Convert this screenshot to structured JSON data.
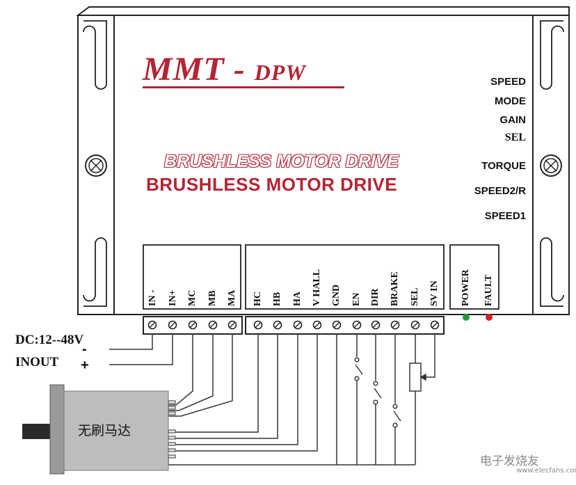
{
  "brand": {
    "main": "MMT",
    "separator": " - ",
    "model": "DPW"
  },
  "product_title_outline": "BRUSHLESS MOTOR DRIVE",
  "product_title": "BRUSHLESS MOTOR DRIVE",
  "switch_labels": [
    {
      "text": "SPEED"
    },
    {
      "text": "MODE"
    },
    {
      "text": "GAIN"
    },
    {
      "text": "SEL"
    },
    {
      "text": "TORQUE"
    },
    {
      "text": "SPEED2/R"
    },
    {
      "text": "SPEED1"
    }
  ],
  "terminals": {
    "power_group": [
      "IN -",
      "IN+",
      "MC",
      "MB",
      "MA"
    ],
    "signal_group": [
      "HC",
      "HB",
      "HA",
      "V HALL",
      "GND",
      "EN",
      "DIR",
      "BRAKE",
      "SEL",
      "SV IN"
    ],
    "indicators": [
      "POWER",
      "FAULT"
    ]
  },
  "supply": {
    "voltage": "DC:12--48V",
    "input": "INOUT",
    "minus": "-",
    "plus": "+"
  },
  "motor": {
    "label": "无刷马达"
  },
  "watermark": {
    "text": "电子发烧友",
    "url": "www.elecfans.com"
  },
  "colors": {
    "brand_red": "#b52434",
    "led_green": "#1f9a3a",
    "led_red": "#d21f1f",
    "motor_body": "#bdbdbd"
  },
  "icons": [
    "mounting-screw-icon",
    "terminal-screw-icon",
    "potentiometer-icon",
    "switch-icon",
    "led-icon"
  ]
}
